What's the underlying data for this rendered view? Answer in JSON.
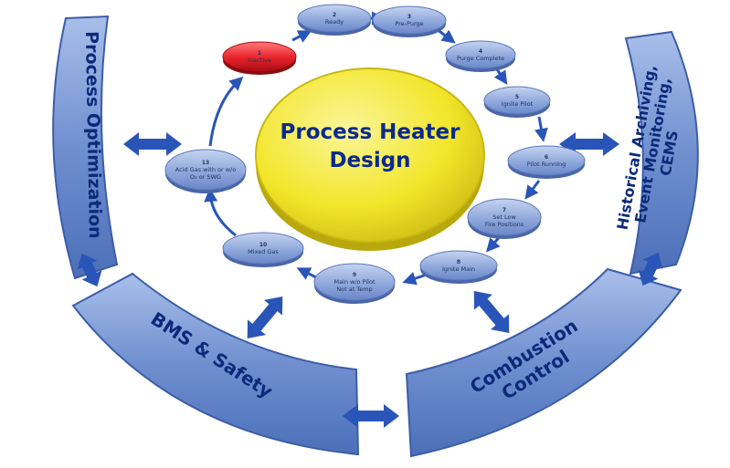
{
  "hub": {
    "line1": "Process Heater",
    "line2": "Design"
  },
  "segments": {
    "process_optimization": "Process Optimization",
    "historical": [
      "Historical Archiving,",
      "Event Monitoring,",
      "CEMS"
    ],
    "bms_safety": "BMS & Safety",
    "combustion_control": [
      "Combustion",
      "Control"
    ]
  },
  "steps": [
    {
      "num": "1",
      "lines": [
        "Inactive"
      ],
      "active": true
    },
    {
      "num": "2",
      "lines": [
        "Ready"
      ]
    },
    {
      "num": "3",
      "lines": [
        "Pre-Purge"
      ]
    },
    {
      "num": "4",
      "lines": [
        "Purge Complete"
      ]
    },
    {
      "num": "5",
      "lines": [
        "Ignite Pilot"
      ]
    },
    {
      "num": "6",
      "lines": [
        "Pilot Running"
      ]
    },
    {
      "num": "7",
      "lines": [
        "Set Low",
        "Fire Positions"
      ]
    },
    {
      "num": "8",
      "lines": [
        "Ignite Main"
      ]
    },
    {
      "num": "9",
      "lines": [
        "Main w/o Pilot",
        "Not at Temp"
      ]
    },
    {
      "num": "10",
      "lines": [
        "Mixed Gas"
      ]
    },
    {
      "num": "13",
      "lines": [
        "Acid Gas with or w/o",
        "O₂ or SWG"
      ]
    }
  ],
  "colors": {
    "segment": "#6f8fcf",
    "step": "#8fa8dc",
    "active_step": "#e8212a",
    "hub": "#f2e62a",
    "arrow": "#2a55b8",
    "text": "#0b2a7a"
  }
}
